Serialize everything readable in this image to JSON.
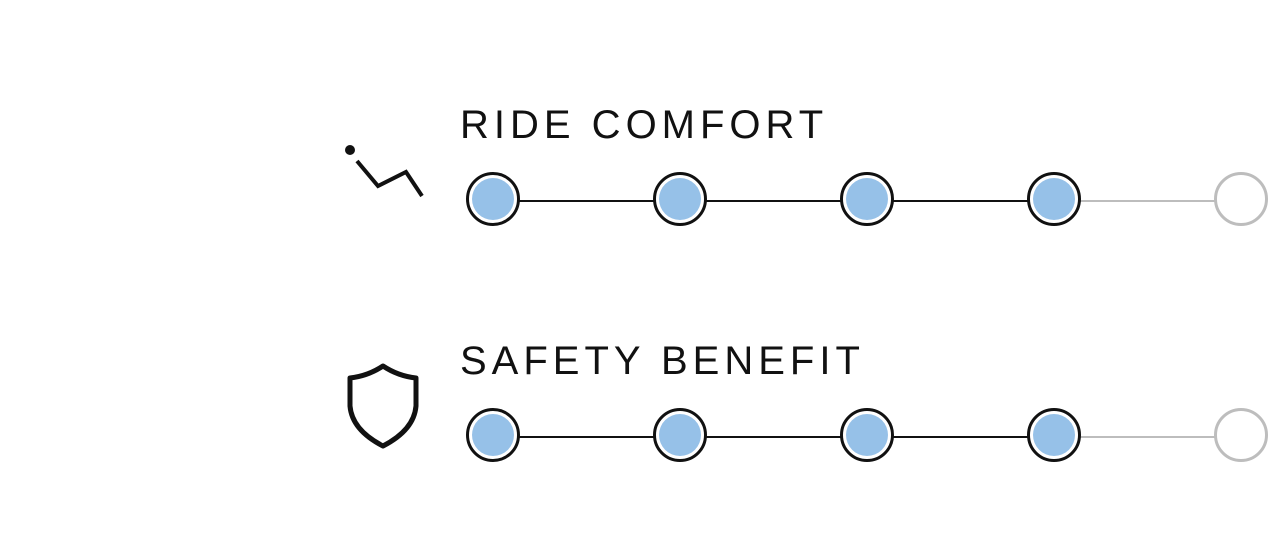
{
  "ratings": [
    {
      "id": "comfort",
      "title": "RIDE COMFORT",
      "icon": "road-bump-icon",
      "value": 4,
      "max": 5
    },
    {
      "id": "safety",
      "title": "SAFETY BENEFIT",
      "icon": "shield-icon",
      "value": 4,
      "max": 5
    }
  ],
  "colors": {
    "filled": "#96c1e8",
    "outline": "#111111",
    "inactive": "#bdbdbd"
  }
}
